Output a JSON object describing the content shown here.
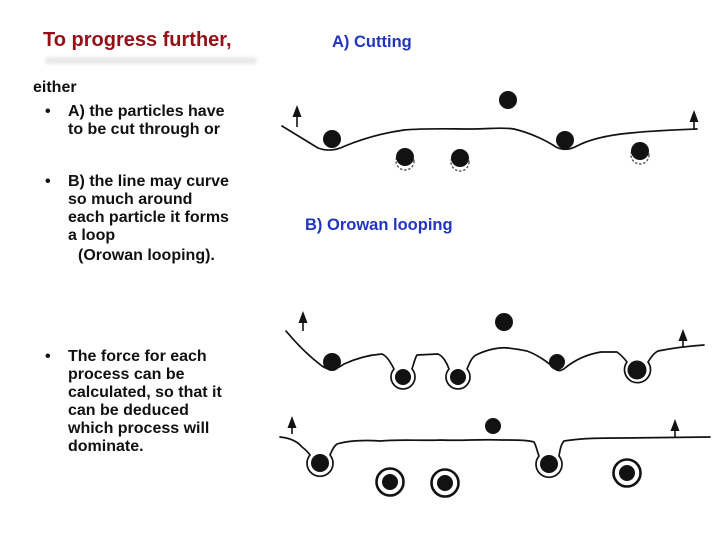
{
  "slide": {
    "title": "To progress further,",
    "intro": "either",
    "bullets": {
      "a": {
        "marker": "•",
        "text": "A) the particles have\nto be cut through or"
      },
      "b": {
        "marker": "•",
        "text": "B) the line may curve\nso much around\neach particle it forms\na loop",
        "note": "(Orowan looping)."
      },
      "c": {
        "marker": "•",
        "text": "The force for each\nprocess can be\ncalculated, so that it\ncan be deduced\nwhich process will\ndominate."
      }
    },
    "diagrams": {
      "cutting": {
        "label": "A) Cutting"
      },
      "orowan": {
        "label": "B) Orowan looping"
      }
    }
  },
  "colors": {
    "title": "#941016",
    "diagram_label": "#2135c1",
    "body_text": "#111111",
    "diagram_ink": "#121212",
    "background": "#ffffff"
  }
}
